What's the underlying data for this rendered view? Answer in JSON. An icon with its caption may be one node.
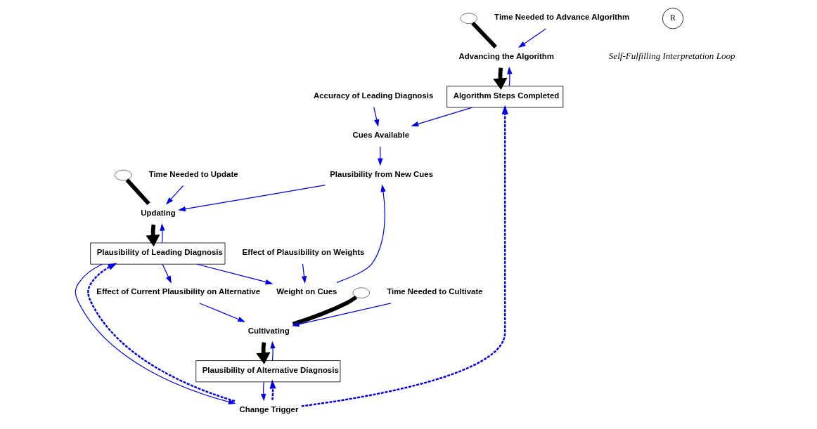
{
  "diagram": {
    "nodes": [
      {
        "text": [],
        "shape": "cloud"
      },
      {
        "text": [
          "Algorithm Steps Completed"
        ]
      },
      {
        "text": [
          "Advancing the Algorithm"
        ]
      },
      {
        "text": [
          "Time Needed to Advance Algorithm"
        ]
      },
      {
        "text": [
          "Accuracy of Leading Diagnosis"
        ]
      },
      {
        "text": [
          "Cues Available"
        ]
      },
      {
        "text": [
          "Plausibility from New Cues"
        ]
      },
      {
        "text": [
          "Weight on Cues"
        ]
      },
      {
        "text": [
          "Effect of Plausibility on Weights"
        ]
      },
      {
        "text": [],
        "shape": "cloud"
      },
      {
        "text": [
          "Updating"
        ]
      },
      {
        "text": [
          "Plausibility of Leading Diagnosis"
        ]
      },
      {
        "text": [
          "Time Needed to Update"
        ]
      },
      {
        "text": [],
        "shape": "cloud"
      },
      {
        "text": [
          "Cultivating"
        ]
      },
      {
        "text": [
          "Plausibility of Alternative Diagnosis"
        ]
      },
      {
        "text": [
          "Time Needed to Cultivate"
        ]
      },
      {
        "text": [
          "Change Trigger"
        ]
      },
      {
        "text": [
          "Effect of Current Plausibility on Alternative"
        ]
      }
    ],
    "edges": [
      {
        "from": 0,
        "to": 2,
        "arrow": "none",
        "style": "thick",
        "color": "#000000"
      },
      {
        "from": 2,
        "to": 1,
        "arrow": "to",
        "style": "thick",
        "color": "#000000"
      },
      {
        "from": 1,
        "to": 2,
        "arrow": "to"
      },
      {
        "from": 3,
        "to": 2,
        "arrow": "to"
      },
      {
        "from": 1,
        "to": 5,
        "arrow": "to"
      },
      {
        "from": 4,
        "to": 5,
        "arrow": "to"
      },
      {
        "from": 5,
        "to": 6,
        "arrow": "to"
      },
      {
        "from": 7,
        "to": 6,
        "arrow": "to"
      },
      {
        "from": 8,
        "to": 7,
        "arrow": "to"
      },
      {
        "from": 11,
        "to": 7,
        "arrow": "to"
      },
      {
        "from": 9,
        "to": 10,
        "arrow": "none",
        "style": "thick",
        "color": "#000000"
      },
      {
        "from": 10,
        "to": 11,
        "arrow": "to",
        "style": "thick",
        "color": "#000000"
      },
      {
        "from": 6,
        "to": 10,
        "arrow": "to"
      },
      {
        "from": 11,
        "to": 10,
        "arrow": "to"
      },
      {
        "from": 12,
        "to": 10,
        "arrow": "to"
      },
      {
        "from": 11,
        "to": 17,
        "arrow": "to"
      },
      {
        "from": 17,
        "to": 11,
        "arrow": "to",
        "style": "dashed"
      },
      {
        "from": 17,
        "to": 1,
        "arrow": "to",
        "style": "dashed"
      },
      {
        "from": 17,
        "to": 15,
        "arrow": "to",
        "style": "dashed"
      },
      {
        "from": 13,
        "to": 14,
        "arrow": "none",
        "style": "thick",
        "color": "#000000"
      },
      {
        "from": 14,
        "to": 15,
        "arrow": "to",
        "style": "thick",
        "color": "#000000"
      },
      {
        "from": 15,
        "to": 14,
        "arrow": "to"
      },
      {
        "from": 16,
        "to": 14,
        "arrow": "to"
      },
      {
        "from": 15,
        "to": 17,
        "arrow": "to"
      },
      {
        "from": 11,
        "to": 18,
        "arrow": "to"
      },
      {
        "from": 18,
        "to": 14,
        "arrow": "to"
      }
    ],
    "labels": [
      "R",
      "Self-Fulfilling Interpretation Loop"
    ]
  }
}
